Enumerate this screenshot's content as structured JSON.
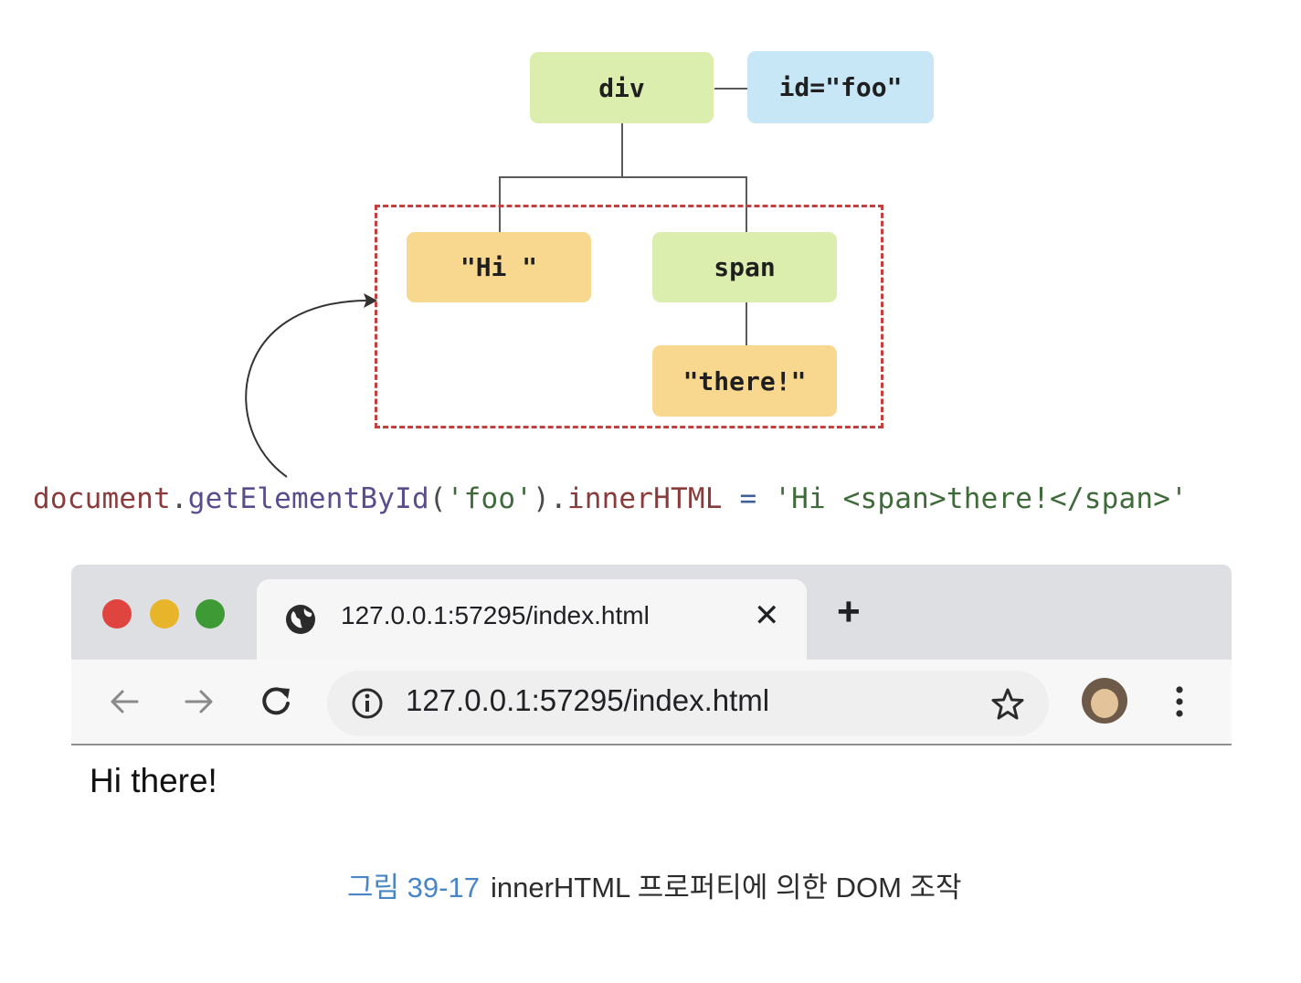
{
  "diagram": {
    "div_node": "div",
    "id_attr_node": "id=\"foo\"",
    "text_node_hi": "\"Hi \"",
    "span_node": "span",
    "text_node_there": "\"there!\"",
    "code": {
      "obj": "document",
      "dot1": ".",
      "method": "getElementById",
      "paren_open": "(",
      "arg": "'foo'",
      "paren_close": ")",
      "dot2": ".",
      "prop": "innerHTML",
      "assign": " = ",
      "value": "'Hi <span>there!</span>'"
    }
  },
  "browser": {
    "tab": {
      "title": "127.0.0.1:57295/index.html",
      "icon": "globe-icon"
    },
    "omnibox": {
      "url": "127.0.0.1:57295/index.html",
      "icon": "info-icon"
    },
    "page_content": "Hi there!",
    "colors": {
      "close": "#e0443e",
      "minimize": "#e8b52a",
      "maximize": "#3d9a34"
    }
  },
  "caption": {
    "number": "그림 39-17",
    "text": "innerHTML 프로퍼티에 의한 DOM 조작"
  }
}
